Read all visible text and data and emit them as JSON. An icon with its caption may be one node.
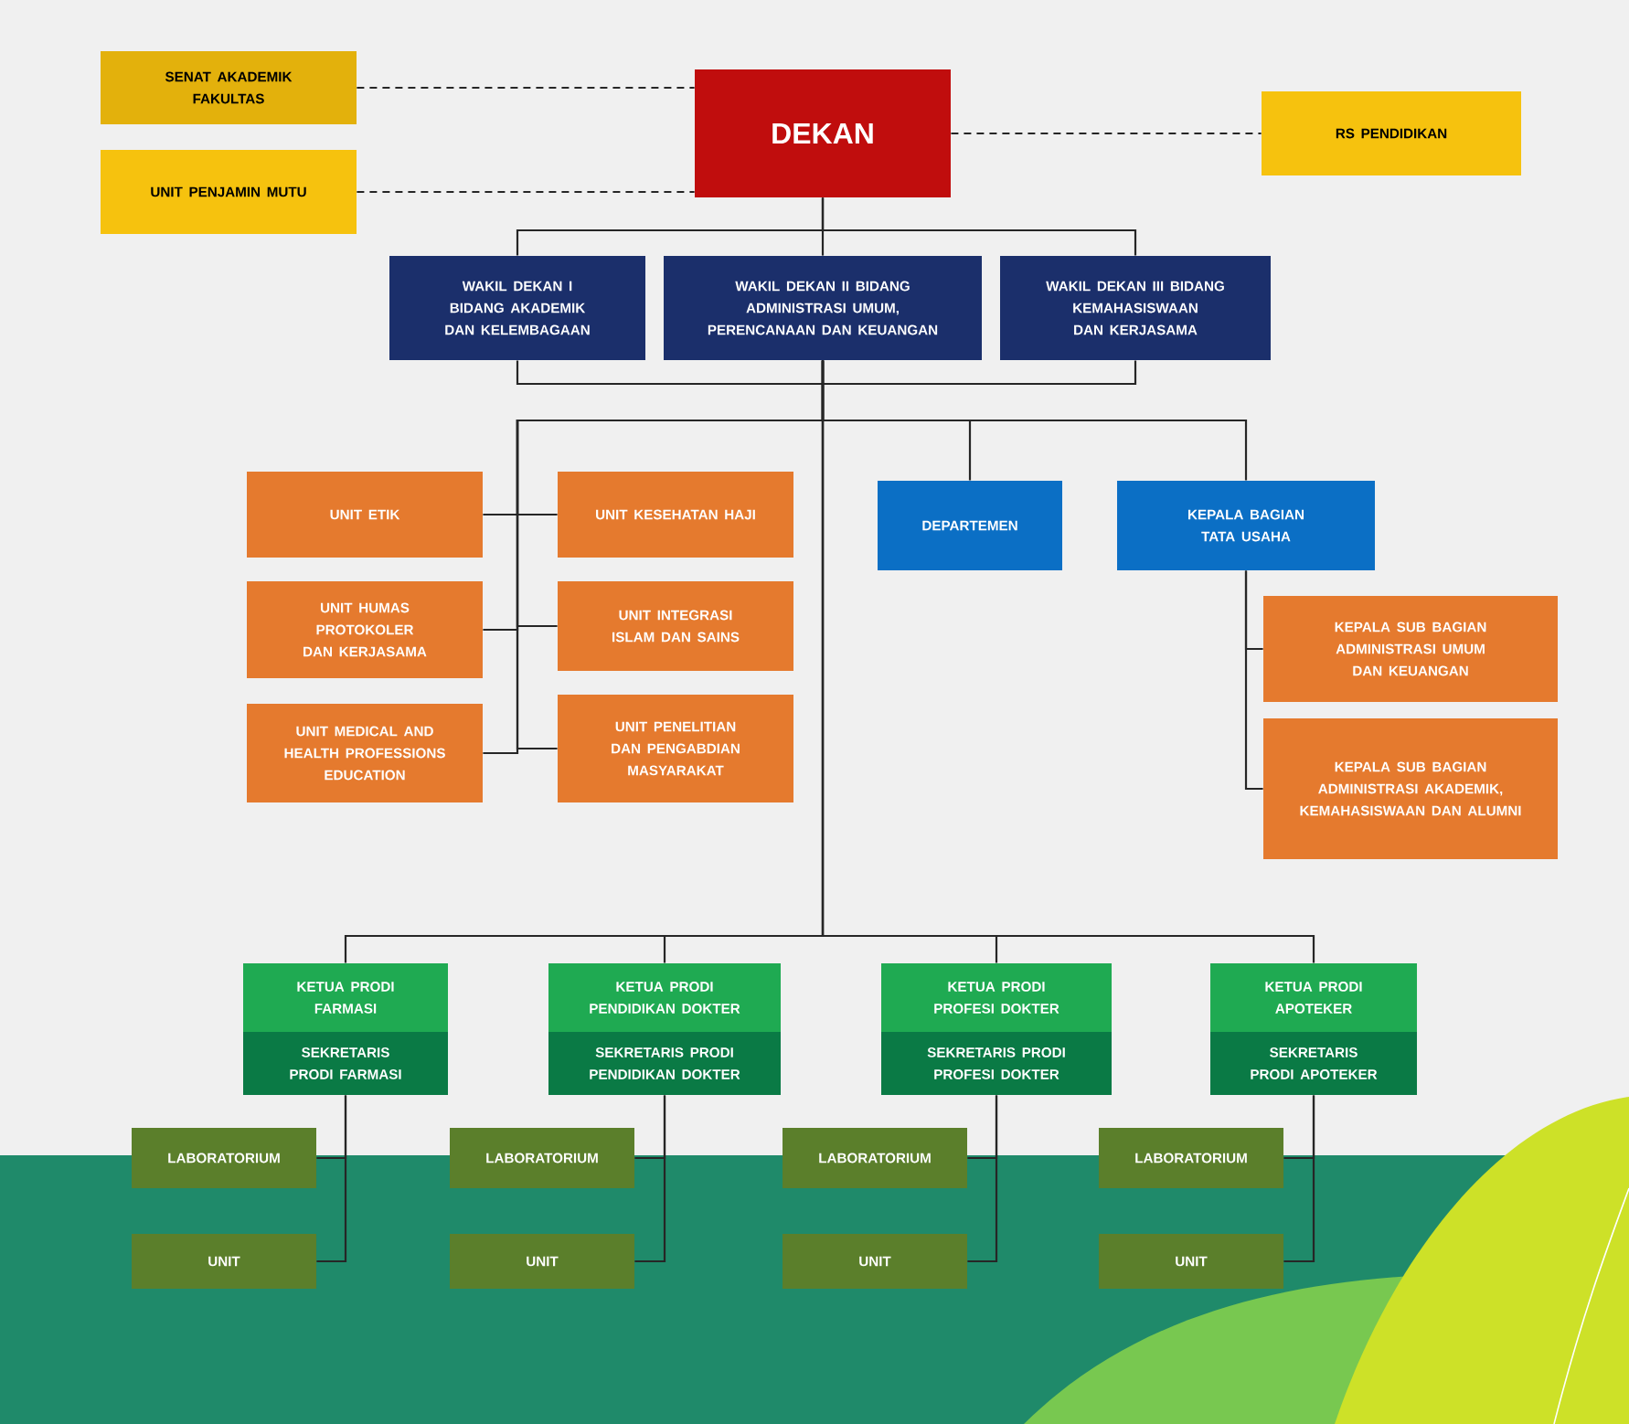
{
  "diagram": {
    "nodes": [
      {
        "text": [
          "SENAT AKADEMIK FAKULTAS"
        ]
      },
      {
        "text": [
          "UNIT PENJAMIN MUTU"
        ]
      },
      {
        "text": [
          "DEKAN"
        ]
      },
      {
        "text": [
          "RS PENDIDIKAN"
        ]
      },
      {
        "text": [
          "WAKIL DEKAN I BIDANG AKADEMIK DAN KELEMBAGAAN"
        ]
      },
      {
        "text": [
          "WAKIL DEKAN II BIDANG ADMINISTRASI UMUM, PERENCANAAN DAN KEUANGAN"
        ]
      },
      {
        "text": [
          "WAKIL DEKAN III BIDANG KEMAHASISWAAN DAN KERJASAMA"
        ]
      },
      {
        "text": [
          "UNIT ETIK"
        ]
      },
      {
        "text": [
          "UNIT KESEHATAN HAJI"
        ]
      },
      {
        "text": [
          "UNIT HUMAS PROTOKOLER DAN KERJASAMA"
        ]
      },
      {
        "text": [
          "UNIT INTEGRASI ISLAM DAN SAINS"
        ]
      },
      {
        "text": [
          "UNIT MEDICAL AND HEALTH PROFESSIONS EDUCATION"
        ]
      },
      {
        "text": [
          "UNIT PENELITIAN DAN PENGABDIAN MASYARAKAT"
        ]
      },
      {
        "text": [
          "DEPARTEMEN"
        ]
      },
      {
        "text": [
          "KEPALA BAGIAN TATA USAHA"
        ]
      },
      {
        "text": [
          "KEPALA SUB BAGIAN ADMINISTRASI UMUM DAN KEUANGAN"
        ]
      },
      {
        "text": [
          "KEPALA SUB BAGIAN ADMINISTRASI AKADEMIK, KEMAHASISWAAN DAN ALUMNI"
        ]
      },
      {
        "text": [
          "KETUA PRODI FARMASI",
          "SEKRETARIS PRODI FARMASI"
        ]
      },
      {
        "text": [
          "KETUA PRODI PENDIDIKAN DOKTER",
          "SEKRETARIS PRODI PENDIDIKAN DOKTER"
        ]
      },
      {
        "text": [
          "KETUA PRODI PROFESI DOKTER",
          "SEKRETARIS PRODI PROFESI DOKTER"
        ]
      },
      {
        "text": [
          "KETUA PRODI APOTEKER",
          "SEKRETARIS PRODI APOTEKER"
        ]
      },
      {
        "text": [
          "LABORATORIUM"
        ]
      },
      {
        "text": [
          "UNIT"
        ]
      },
      {
        "text": [
          "LABORATORIUM"
        ]
      },
      {
        "text": [
          "UNIT"
        ]
      },
      {
        "text": [
          "LABORATORIUM"
        ]
      },
      {
        "text": [
          "UNIT"
        ]
      },
      {
        "text": [
          "LABORATORIUM"
        ]
      },
      {
        "text": [
          "UNIT"
        ]
      }
    ],
    "edges": [
      {
        "from": 0,
        "to": 2,
        "arrow": "none",
        "style": "dashed"
      },
      {
        "from": 1,
        "to": 2,
        "arrow": "none",
        "style": "dashed"
      },
      {
        "from": 2,
        "to": 3,
        "arrow": "none",
        "style": "dashed"
      },
      {
        "from": 2,
        "to": 4,
        "arrow": "none"
      },
      {
        "from": 2,
        "to": 5,
        "arrow": "none"
      },
      {
        "from": 2,
        "to": 6,
        "arrow": "none"
      },
      {
        "from": 4,
        "to": 6,
        "arrow": "none"
      },
      {
        "from": 5,
        "to": 7,
        "arrow": "none"
      },
      {
        "from": 5,
        "to": 8,
        "arrow": "none"
      },
      {
        "from": 5,
        "to": 9,
        "arrow": "none"
      },
      {
        "from": 5,
        "to": 10,
        "arrow": "none"
      },
      {
        "from": 5,
        "to": 11,
        "arrow": "none"
      },
      {
        "from": 5,
        "to": 12,
        "arrow": "none"
      },
      {
        "from": 5,
        "to": 13,
        "arrow": "none"
      },
      {
        "from": 5,
        "to": 14,
        "arrow": "none"
      },
      {
        "from": 14,
        "to": 15,
        "arrow": "none"
      },
      {
        "from": 14,
        "to": 16,
        "arrow": "none"
      },
      {
        "from": 5,
        "to": 17,
        "arrow": "none"
      },
      {
        "from": 5,
        "to": 18,
        "arrow": "none"
      },
      {
        "from": 5,
        "to": 19,
        "arrow": "none"
      },
      {
        "from": 5,
        "to": 20,
        "arrow": "none"
      },
      {
        "from": 17,
        "to": 21,
        "arrow": "none"
      },
      {
        "from": 17,
        "to": 22,
        "arrow": "none"
      },
      {
        "from": 18,
        "to": 23,
        "arrow": "none"
      },
      {
        "from": 18,
        "to": 24,
        "arrow": "none"
      },
      {
        "from": 19,
        "to": 25,
        "arrow": "none"
      },
      {
        "from": 19,
        "to": 26,
        "arrow": "none"
      },
      {
        "from": 20,
        "to": 27,
        "arrow": "none"
      },
      {
        "from": 20,
        "to": 28,
        "arrow": "none"
      }
    ]
  }
}
